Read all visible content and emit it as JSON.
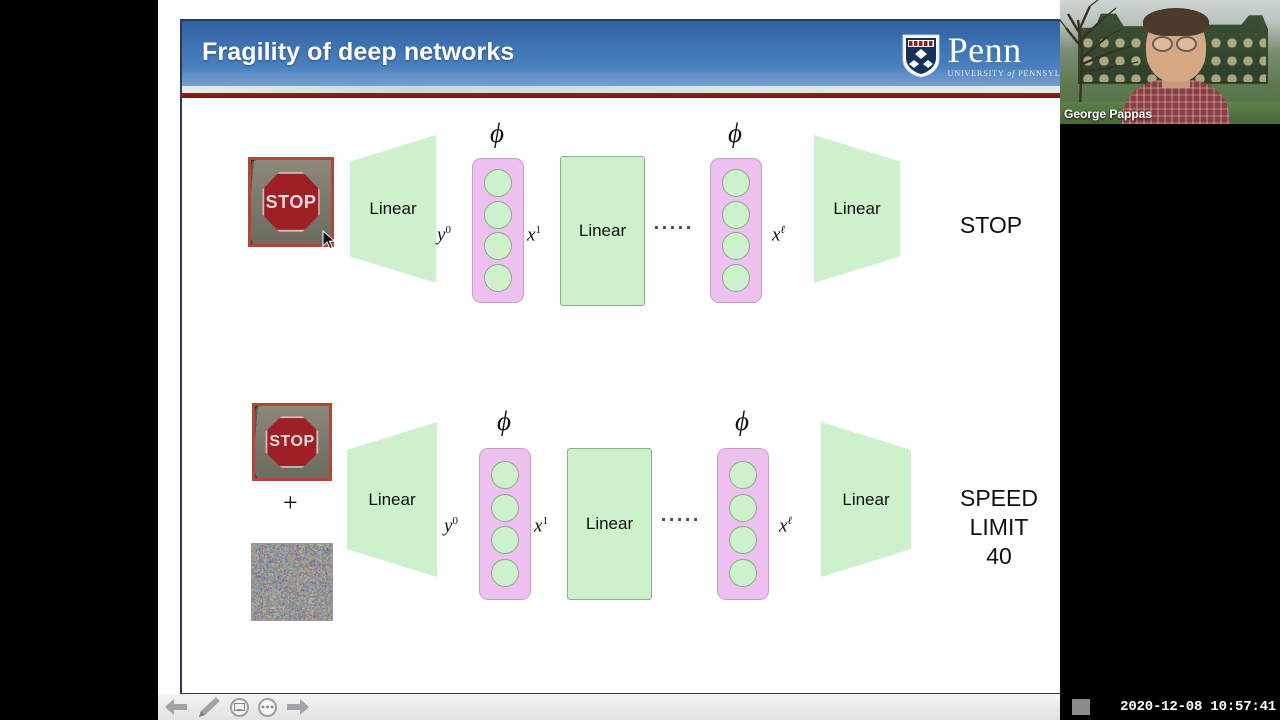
{
  "slide": {
    "title": "Fragility of deep networks",
    "logo": {
      "name": "Penn",
      "subtitle_part1": "UNIVERSITY",
      "subtitle_italic": "of",
      "subtitle_part2": "PENNSYLVANIA",
      "alt": "university-of-pennsylvania-logo"
    },
    "title_bar_color": "#3f74b4",
    "accent_rule_color": "#8f1815"
  },
  "diagram": {
    "rows": [
      {
        "id": "clean-input-row",
        "input_image_label": "STOP",
        "input_image_alt": "stop-sign-photo",
        "blocks": [
          {
            "type": "linear",
            "label": "Linear",
            "shape": "trapezoid-expand"
          },
          {
            "type": "activation",
            "label": "ϕ",
            "neurons": 4
          },
          {
            "type": "linear",
            "label": "Linear",
            "shape": "rectangle"
          },
          {
            "type": "ellipsis",
            "label": "········"
          },
          {
            "type": "activation",
            "label": "ϕ",
            "neurons": 4
          },
          {
            "type": "linear",
            "label": "Linear",
            "shape": "trapezoid-shrink"
          }
        ],
        "edge_labels": [
          {
            "base": "y",
            "sup": "0"
          },
          {
            "base": "x",
            "sup": "1"
          },
          {
            "base": "x",
            "sup": "ℓ"
          }
        ],
        "output": "STOP"
      },
      {
        "id": "perturbed-input-row",
        "input_image_label": "STOP",
        "input_image_alt": "stop-sign-photo",
        "plus": "+",
        "noise_alt": "adversarial-noise-patch",
        "blocks": [
          {
            "type": "linear",
            "label": "Linear",
            "shape": "trapezoid-expand"
          },
          {
            "type": "activation",
            "label": "ϕ",
            "neurons": 4
          },
          {
            "type": "linear",
            "label": "Linear",
            "shape": "rectangle"
          },
          {
            "type": "ellipsis",
            "label": "········"
          },
          {
            "type": "activation",
            "label": "ϕ",
            "neurons": 4
          },
          {
            "type": "linear",
            "label": "Linear",
            "shape": "trapezoid-shrink"
          }
        ],
        "edge_labels": [
          {
            "base": "y",
            "sup": "0"
          },
          {
            "base": "x",
            "sup": "1"
          },
          {
            "base": "x",
            "sup": "ℓ"
          }
        ],
        "output_lines": [
          "SPEED",
          "LIMIT",
          "40"
        ]
      }
    ],
    "colors": {
      "linear_fill": "#cdf0cd",
      "activation_fill": "#eec0f0",
      "neuron_fill": "#cdf0cd",
      "sign_border": "#b5443a"
    }
  },
  "toolbar": {
    "items": [
      {
        "name": "previous-slide-button",
        "icon": "left-arrow-icon"
      },
      {
        "name": "pen-tool-button",
        "icon": "pen-icon"
      },
      {
        "name": "presentation-view-button",
        "icon": "screen-icon"
      },
      {
        "name": "more-options-button",
        "icon": "ellipsis-icon"
      },
      {
        "name": "next-slide-button",
        "icon": "right-arrow-icon"
      }
    ]
  },
  "webcam": {
    "participant_name": "George Pappas"
  },
  "status": {
    "timestamp": "2020-12-08 10:57:41"
  }
}
